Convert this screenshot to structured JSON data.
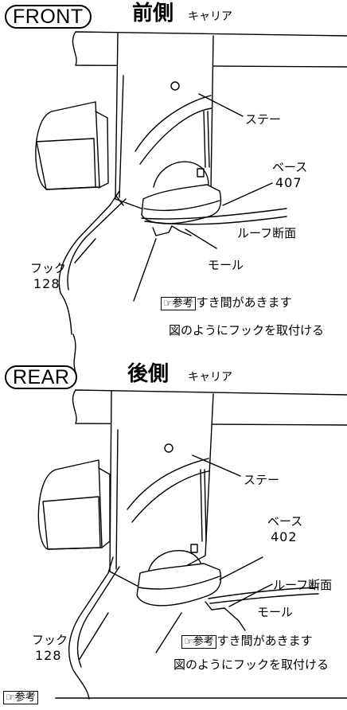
{
  "front": {
    "badge": "FRONT",
    "title": "前側",
    "carrier": "キャリア",
    "stay": "ステー",
    "base": "ベース",
    "base_no": "407",
    "roof": "ルーフ断面",
    "mole": "モール",
    "hook": "フック",
    "hook_no": "128",
    "ref_label": "参考",
    "gap_note": "すき間があきます",
    "install_note": "図のようにフックを取付ける"
  },
  "rear": {
    "badge": "REAR",
    "title": "後側",
    "carrier": "キャリア",
    "stay": "ステー",
    "base": "ベース",
    "base_no": "402",
    "roof": "ルーフ断面",
    "mole": "モール",
    "hook": "フック",
    "hook_no": "128",
    "ref_label": "参考",
    "gap_note": "すき間があきます",
    "install_note": "図のようにフックを取付ける"
  },
  "footer": {
    "ref_label": "参考"
  },
  "icons": {
    "reference": "reference-hand-icon"
  }
}
